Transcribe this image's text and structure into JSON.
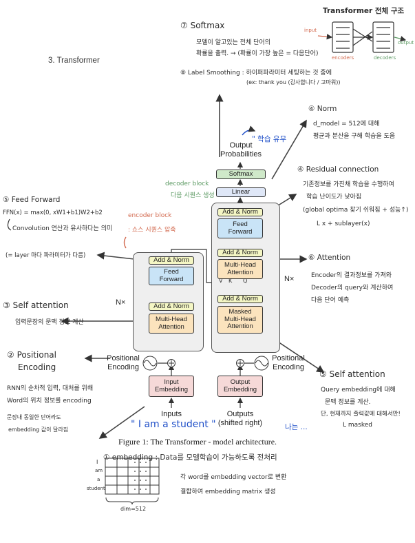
{
  "page": {
    "section_heading": "3. Transformer",
    "caption": "Figure 1: The Transformer - model architecture."
  },
  "diagram": {
    "output_probabilities": "Output\nProbabilities",
    "softmax": "Softmax",
    "linear": "Linear",
    "add_norm": "Add & Norm",
    "feed_forward": "Feed\nForward",
    "multi_head_attention": "Multi-Head\nAttention",
    "masked_multi_head_attention": "Masked\nMulti-Head\nAttention",
    "input_embedding": "Input\nEmbedding",
    "output_embedding": "Output\nEmbedding",
    "positional_encoding_left": "Positional\nEncoding",
    "positional_encoding_right": "Positional\nEncoding",
    "inputs": "Inputs",
    "outputs": "Outputs\n(shifted right)",
    "nx_left": "N×",
    "nx_right": "N×"
  },
  "notes": {
    "title_top_right": "Transformer 전체 구조",
    "input_small": "input",
    "output_small": "output",
    "encoders_small": "encoders",
    "decoders_small": "decoders",
    "softmax_title": "⑦ Softmax",
    "softmax_l1": "모델이 알고있는 전체 단어의",
    "softmax_l2": "확률을 출력. → (확률이 가장 높은 = 다음단어)",
    "label_smoothing": "⑧ Label Smoothing : 하이퍼파라미터 세팅하는 것 중에",
    "label_smoothing_ex": "(ex: thank you  (감사합니다 / 고마워))",
    "norm_title": "④ Norm",
    "norm_l1": "d_model = 512에 대해",
    "norm_l2": "평균과 분산을 구해 학습을 도움",
    "quote_mark": "\" 학습 유무",
    "residual_title": "④ Residual connection",
    "residual_l1": "기존정보를 가진채 학습을 수행하여",
    "residual_l2": "학습 난이도가 낮아짐",
    "residual_l3": "(global optima 찾기 쉬워짐 + 성능↑)",
    "residual_l4": "L x + sublayer(x)",
    "decoder_block": "decoder block",
    "decoder_block_sub": "다음 시퀀스 생성",
    "encoder_block": "encoder block",
    "encoder_block_sub": ": 쇼스 시퀀스 압축",
    "ff_title": "⑤ Feed Forward",
    "ff_formula": "FFN(x) = max(0, xW1+b1)W2+b2",
    "ff_l2": "Convolution 연산과 유사하다는 의미",
    "ff_l3": "(= layer 마다 파라미터가 다름)",
    "attention_title": "⑥ Attention",
    "attention_l1": "Encoder의 결과정보를 가져와",
    "attention_l2": "Decoder의 query와 계산하여",
    "attention_l3": "다음 단어 예측",
    "self_att_left_title": "③ Self attention",
    "self_att_left_l1": "입력문장의 문맥 정보 계산",
    "pos_title": "② Positional",
    "pos_title2": "Encoding",
    "pos_l1": "RNN의 순차적 입력, 대처를 위해",
    "pos_l2": "Word의 위치 정보를 encoding",
    "pos_l3": "문장내 동일한 단어라도",
    "pos_l4": "embedding 값이 달라짐",
    "self_att_right_title": "⑤ Self attention",
    "self_att_right_l1": "Query embedding에 대해",
    "self_att_right_l2": "문맥 정보를 계산.",
    "self_att_right_l3": "단, 현재까지 출력값에 대해서만!",
    "self_att_right_l4": "L masked",
    "example_sentence": "\" I am a student \"",
    "example_korean": "나는 ...",
    "embedding_title": "① embedding : Data를 모델학습이 가능하도록 전처리",
    "embedding_l1": "각 word를 embedding vector로 변환",
    "embedding_l2": "결합하여 embedding matrix 생성",
    "matrix_rows": [
      "I",
      "am",
      "a",
      "student"
    ],
    "matrix_dim": "dim=512",
    "attn_labels": [
      "V",
      "K",
      "Q"
    ]
  }
}
